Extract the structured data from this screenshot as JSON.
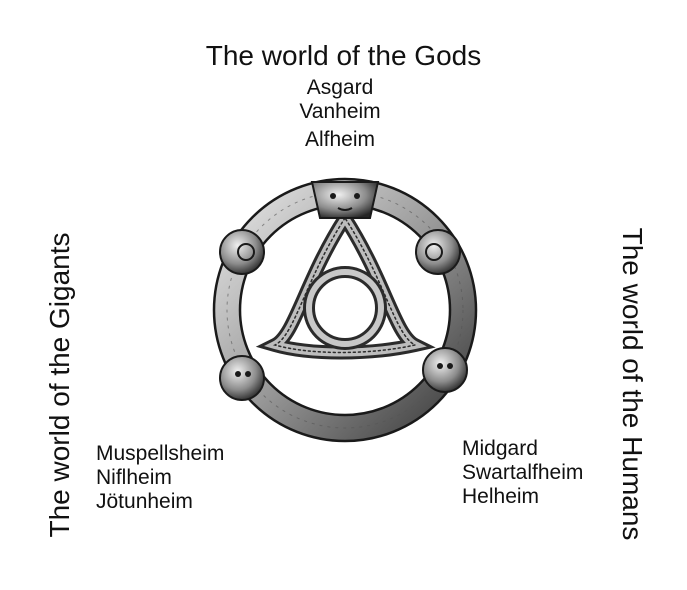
{
  "gods": {
    "title": "The world of the Gods",
    "realms": [
      "Asgard",
      "Vanheim",
      "Alfheim"
    ]
  },
  "gigants": {
    "title": "The world of the Gigants",
    "realms": [
      "Muspellsheim",
      "Niflheim",
      "Jötunheim"
    ]
  },
  "humans": {
    "title": "The world of the Humans",
    "realms": [
      "Midgard",
      "Swartalfheim",
      "Helheim"
    ]
  },
  "colors": {
    "ink": "#111111",
    "metal_dark": "#2b2b2b",
    "metal_light": "#d9d9d9",
    "background": "#ffffff"
  }
}
